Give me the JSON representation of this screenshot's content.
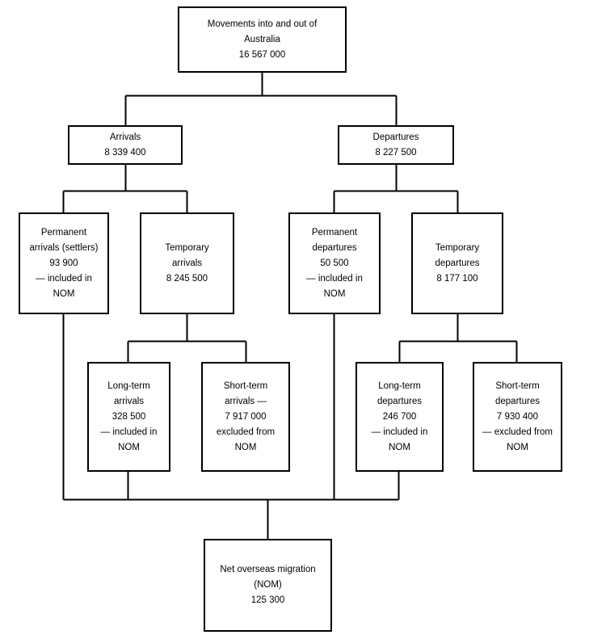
{
  "diagram": {
    "title": "Movements into and out of Australia flow diagram",
    "line_color": "#000000",
    "background": "#ffffff",
    "nodes": {
      "root": {
        "lines": [
          "Movements into and out of",
          "Australia",
          "16 567 000"
        ],
        "label": "Movements into and out of Australia",
        "value": "16 567 000"
      },
      "arrivals": {
        "lines": [
          "Arrivals",
          "8 339 400"
        ],
        "label": "Arrivals",
        "value": "8 339 400"
      },
      "departures": {
        "lines": [
          "Departures",
          "8 227 500"
        ],
        "label": "Departures",
        "value": "8 227 500"
      },
      "permanent_arrivals": {
        "lines": [
          "Permanent",
          "arrivals (settlers)",
          "93 900",
          "— included in",
          "NOM"
        ],
        "label": "Permanent arrivals (settlers)",
        "value": "93 900",
        "note": "— included in NOM"
      },
      "temporary_arrivals": {
        "lines": [
          "Temporary",
          "arrivals",
          "8 245 500"
        ],
        "label": "Temporary arrivals",
        "value": "8 245 500"
      },
      "permanent_departures": {
        "lines": [
          "Permanent",
          "departures",
          "50 500",
          "— included in",
          "NOM"
        ],
        "label": "Permanent departures",
        "value": "50 500",
        "note": "— included in NOM"
      },
      "temporary_departures": {
        "lines": [
          "Temporary",
          "departures",
          "8 177 100"
        ],
        "label": "Temporary departures",
        "value": "8 177 100"
      },
      "long_term_arrivals": {
        "lines": [
          "Long-term",
          "arrivals",
          "328 500",
          "— included in",
          "NOM"
        ],
        "label": "Long-term arrivals",
        "value": "328 500",
        "note": "— included in NOM"
      },
      "short_term_arrivals": {
        "lines": [
          "Short-term",
          "arrivals —",
          "7 917 000",
          "excluded from",
          "NOM"
        ],
        "label": "Short-term arrivals",
        "value": "7 917 000",
        "note": "excluded from NOM"
      },
      "long_term_departures": {
        "lines": [
          "Long-term",
          "departures",
          "246 700",
          "— included in",
          "NOM"
        ],
        "label": "Long-term departures",
        "value": "246 700",
        "note": "— included in NOM"
      },
      "short_term_departures": {
        "lines": [
          "Short-term",
          "departures",
          "7 930 400",
          "— excluded from",
          "NOM"
        ],
        "label": "Short-term departures",
        "value": "7 930 400",
        "note": "— excluded from NOM"
      },
      "net_overseas_migration": {
        "lines": [
          "Net overseas migration",
          "(NOM)",
          "125 300"
        ],
        "label": "Net overseas migration (NOM)",
        "value": "125 300"
      }
    }
  },
  "chart_data": {
    "type": "diagram",
    "title": "Movements into and out of Australia",
    "categories": [
      "Movements into and out of Australia",
      "Arrivals",
      "Departures",
      "Permanent arrivals (settlers)",
      "Temporary arrivals",
      "Permanent departures",
      "Temporary departures",
      "Long-term arrivals",
      "Short-term arrivals",
      "Long-term departures",
      "Short-term departures",
      "Net overseas migration (NOM)"
    ],
    "values": [
      16567000,
      8339400,
      8227500,
      93900,
      8245500,
      50500,
      8177100,
      328500,
      7917000,
      246700,
      7930400,
      125300
    ],
    "edges": [
      [
        "Movements into and out of Australia",
        "Arrivals"
      ],
      [
        "Movements into and out of Australia",
        "Departures"
      ],
      [
        "Arrivals",
        "Permanent arrivals (settlers)"
      ],
      [
        "Arrivals",
        "Temporary arrivals"
      ],
      [
        "Departures",
        "Permanent departures"
      ],
      [
        "Departures",
        "Temporary departures"
      ],
      [
        "Temporary arrivals",
        "Long-term arrivals"
      ],
      [
        "Temporary arrivals",
        "Short-term arrivals"
      ],
      [
        "Temporary departures",
        "Long-term departures"
      ],
      [
        "Temporary departures",
        "Short-term departures"
      ],
      [
        "Permanent arrivals (settlers)",
        "Net overseas migration (NOM)"
      ],
      [
        "Long-term arrivals",
        "Net overseas migration (NOM)"
      ],
      [
        "Permanent departures",
        "Net overseas migration (NOM)"
      ],
      [
        "Long-term departures",
        "Net overseas migration (NOM)"
      ]
    ]
  }
}
